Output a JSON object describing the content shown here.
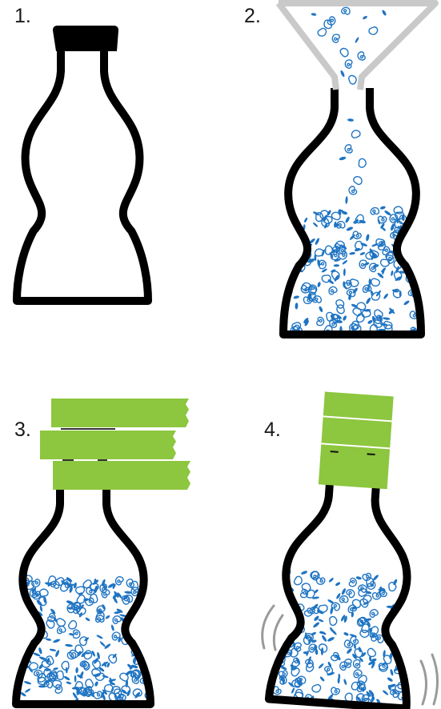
{
  "steps": [
    {
      "number": "1.",
      "illustration": "empty-bottle-with-cap"
    },
    {
      "number": "2.",
      "illustration": "pour-seeds-through-funnel"
    },
    {
      "number": "3.",
      "illustration": "tape-strips-over-filled-bottle"
    },
    {
      "number": "4.",
      "illustration": "shake-taped-bottle"
    }
  ],
  "colors": {
    "outline": "#000000",
    "seed": "#1f74c2",
    "tape": "#8dc63f",
    "funnel": "#c9c9c9",
    "motion_lines": "#9a9a9a"
  },
  "icons": [
    "bottle-icon",
    "cap-icon",
    "funnel-icon",
    "seed-icon",
    "tape-icon",
    "motion-lines-icon"
  ]
}
